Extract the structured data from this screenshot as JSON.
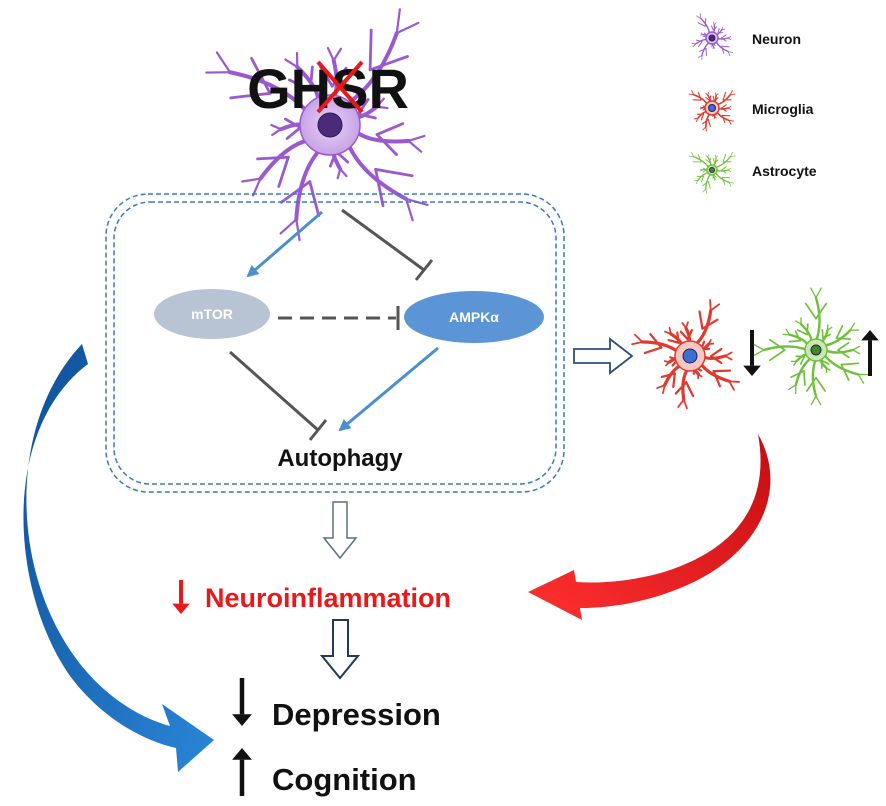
{
  "receptor": {
    "label": "GHSR",
    "knockout": true
  },
  "legend": [
    {
      "label": "Neuron",
      "icon": "neuron-icon",
      "color": "#9b59d0"
    },
    {
      "label": "Microglia",
      "icon": "microglia-icon",
      "color": "#e03a2e"
    },
    {
      "label": "Astrocyte",
      "icon": "astrocyte-icon",
      "color": "#6fbf3a"
    }
  ],
  "pathway": {
    "mtor": "mTOR",
    "ampk": "AMPKα",
    "autophagy": "Autophagy"
  },
  "outcomes": {
    "neuroinflammation": "Neuroinflammation",
    "neuroinflammation_direction": "down",
    "depression": "Depression",
    "depression_direction": "down",
    "cognition": "Cognition",
    "cognition_direction": "up",
    "microglia_direction": "down",
    "astrocyte_direction": "up"
  },
  "colors": {
    "activation": "#4a90d0",
    "inhibition": "#555555",
    "neuron": "#9b59d0",
    "microglia": "#e03a2e",
    "astrocyte": "#6fbf3a",
    "inflammation_text": "#e8191b",
    "box_border": "#3a78c0",
    "mtor_fill": "#b8c4d4",
    "ampk_fill": "#5b95d5",
    "blue_curve": "#1a64b4",
    "red_curve": "#e8191b"
  }
}
